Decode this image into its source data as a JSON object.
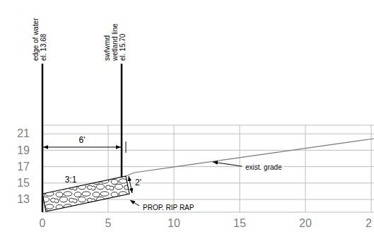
{
  "diagram": {
    "labels": [
      "edge of water",
      "el. 13.68",
      "swfwmd",
      "wetland line",
      "el. 15.70",
      "21",
      "19",
      "17",
      "15",
      "13",
      "0",
      "5",
      "10",
      "15",
      "20",
      "2",
      "6'",
      "3:1",
      "2'",
      "exist. grade",
      "PROP. RIP RAP"
    ]
  }
}
